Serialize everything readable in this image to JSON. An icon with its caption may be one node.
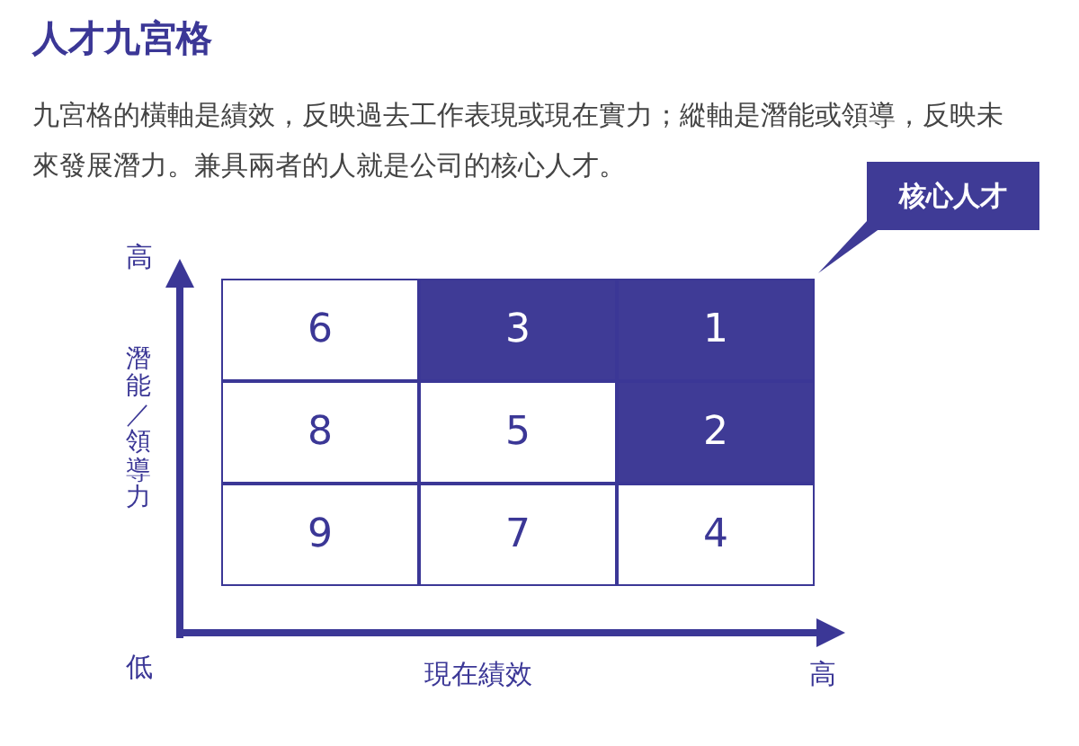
{
  "diagram": {
    "title": "人才九宮格",
    "caption": "九宮格的橫軸是績效，反映過去工作表現或現在實力；縱軸是潛能或領導，反映未來發展潛力。兼具兩者的人就是公司的核心人才。",
    "nodes": [
      {
        "text": [
          "核心人才"
        ]
      },
      {
        "text": [
          "6"
        ]
      },
      {
        "text": [
          "3"
        ]
      },
      {
        "text": [
          "1"
        ]
      },
      {
        "text": [
          "8"
        ]
      },
      {
        "text": [
          "5"
        ]
      },
      {
        "text": [
          "2"
        ]
      },
      {
        "text": [
          "9"
        ]
      },
      {
        "text": [
          "7"
        ]
      },
      {
        "text": [
          "4"
        ]
      }
    ],
    "edges": [],
    "labels": [
      "高",
      "潛能／領導力",
      "低",
      "現在績效",
      "高"
    ]
  }
}
